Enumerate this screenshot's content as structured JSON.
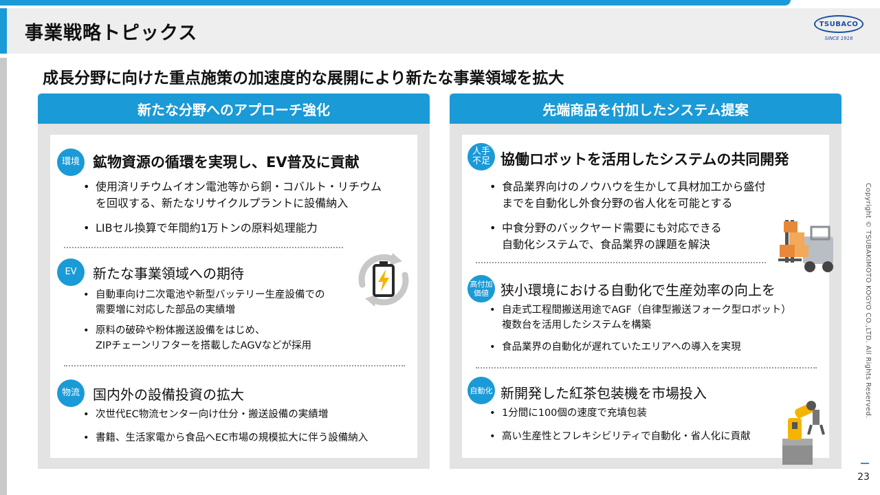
{
  "page": {
    "title": "事業戦略トピックス",
    "headline": "成長分野に向けた重点施策の加速度的な展開により新たな事業領域を拡大",
    "page_number": "23",
    "copyright": "Copyright © TSUBAKIMOTO KOGYO CO.,LTD. All Rights Reserved."
  },
  "logo": {
    "name": "TSUBACO",
    "since": "SINCE 1916"
  },
  "left_panel": {
    "header": "新たな分野へのアプローチ強化",
    "items": [
      {
        "badge": "環境",
        "title": "鉱物資源の循環を実現し、EV普及に貢献",
        "bullets": [
          [
            "使用済リチウムイオン電池等から銅・コバルト・リチウム",
            "を回収する、新たなリサイクルプラントに設備納入"
          ],
          [
            "LIBセル換算で年間約1万トンの原料処理能力"
          ]
        ]
      },
      {
        "badge": "EV",
        "title": "新たな事業領域への期待",
        "bullets": [
          [
            "自動車向け二次電池や新型バッテリー生産設備での",
            "需要増に対応した部品の実績増"
          ],
          [
            "原料の破砕や粉体搬送設備をはじめ、",
            "ZIPチェーンリフターを搭載したAGVなどが採用"
          ]
        ]
      },
      {
        "badge": "物流",
        "title": "国内外の設備投資の拡大",
        "bullets": [
          [
            "次世代EC物流センター向け仕分・搬送設備の実績増"
          ],
          [
            "書籍、生活家電から食品へEC市場の規模拡大に伴う設備納入"
          ]
        ]
      }
    ]
  },
  "right_panel": {
    "header": "先端商品を付加したシステム提案",
    "items": [
      {
        "badge": [
          "人手",
          "不足"
        ],
        "title": "協働ロボットを活用したシステムの共同開発",
        "bullets": [
          [
            "食品業界向けのノウハウを生かして具材加工から盛付",
            "までを自動化し外食分野の省人化を可能とする"
          ],
          [
            "中食分野のバックヤード需要にも対応できる",
            "自動化システムで、食品業界の課題を解決"
          ]
        ]
      },
      {
        "badge": [
          "高付加",
          "価値"
        ],
        "title": "狭小環境における自動化で生産効率の向上を",
        "bullets": [
          [
            "自走式工程間搬送用途でAGF（自律型搬送フォーク型ロボット）",
            "複数台を活用したシステムを構築"
          ],
          [
            "食品業界の自動化が遅れていたエリアへの導入を実現"
          ]
        ]
      },
      {
        "badge": [
          "自動化"
        ],
        "title": "新開発した紅茶包装機を市場投入",
        "bullets": [
          [
            "1分間に100個の速度で充填包装"
          ],
          [
            "高い生産性とフレキシビリティで自動化・省人化に貢献"
          ]
        ]
      }
    ]
  },
  "colors": {
    "accent": "#1a9ad6",
    "panel_bg": "#e3e3e3",
    "logo": "#1b4fa0",
    "battery": "#f4b400"
  },
  "icons": {
    "battery": "battery-recycle-icon",
    "forklift": "forklift-icon",
    "robot_arm": "robot-arm-icon"
  }
}
